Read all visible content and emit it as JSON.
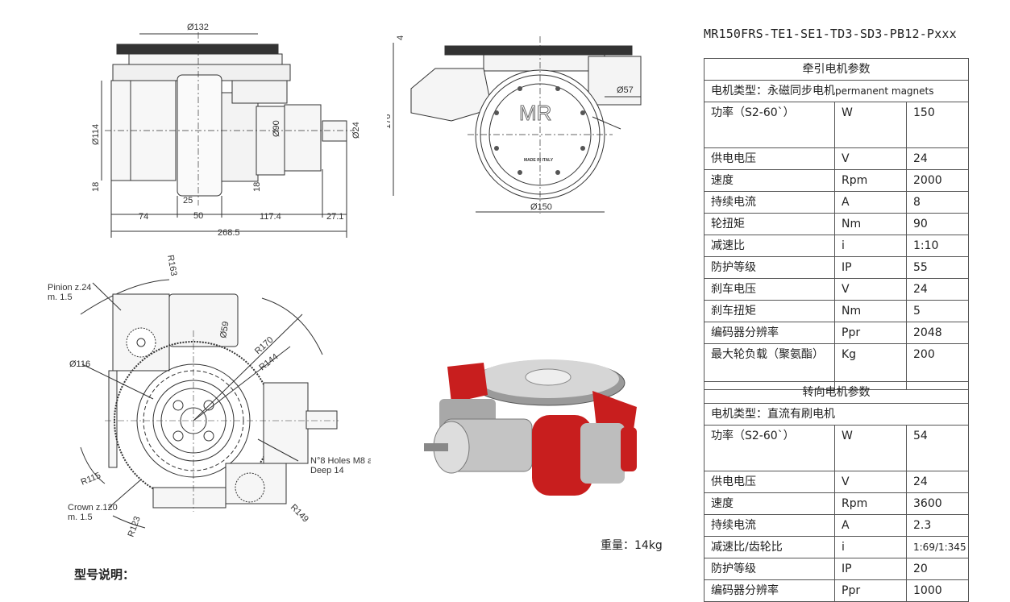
{
  "model_code": "MR150FRS-TE1-SE1-TD3-SD3-PB12-Pxxx",
  "traction_table": {
    "title": "牵引电机参数",
    "motor_type_label": "电机类型：永磁同步电机",
    "motor_type_en": "permanent magnets",
    "rows": [
      {
        "param": "功率（S2-60`）",
        "unit": "W",
        "value": "150"
      },
      {
        "param": "供电电压",
        "unit": "V",
        "value": "24"
      },
      {
        "param": "速度",
        "unit": "Rpm",
        "value": "2000"
      },
      {
        "param": "持续电流",
        "unit": "A",
        "value": "8"
      },
      {
        "param": "轮扭矩",
        "unit": "Nm",
        "value": "90"
      },
      {
        "param": "减速比",
        "unit": "i",
        "value": "1:10"
      },
      {
        "param": "防护等级",
        "unit": "IP",
        "value": "55"
      },
      {
        "param": "刹车电压",
        "unit": "V",
        "value": "24"
      },
      {
        "param": "刹车扭矩",
        "unit": "Nm",
        "value": "5"
      },
      {
        "param": "编码器分辨率",
        "unit": "Ppr",
        "value": "2048"
      },
      {
        "param": "最大轮负载（聚氨酯）",
        "unit": "Kg",
        "value": "200"
      }
    ]
  },
  "steering_table": {
    "title": "转向电机参数",
    "motor_type_label": "电机类型：直流有刷电机",
    "rows": [
      {
        "param": "功率（S2-60`）",
        "unit": "W",
        "value": "54"
      },
      {
        "param": "供电电压",
        "unit": "V",
        "value": "24"
      },
      {
        "param": "速度",
        "unit": "Rpm",
        "value": "3600"
      },
      {
        "param": "持续电流",
        "unit": "A",
        "value": "2.3"
      },
      {
        "param": "减速比/齿轮比",
        "unit": "i",
        "value": "1:69/1:345"
      },
      {
        "param": "防护等级",
        "unit": "IP",
        "value": "20"
      },
      {
        "param": "编码器分辨率",
        "unit": "Ppr",
        "value": "1000"
      }
    ]
  },
  "weight": "重量：14kg",
  "model_description_heading": "型号说明：",
  "side_view": {
    "d132": "Ø132",
    "d114": "Ø114",
    "d90": "Ø90",
    "d24": "Ø24",
    "h18a": "18",
    "h18b": "18",
    "w25": "25",
    "w50": "50",
    "w74": "74",
    "w117": "117.4",
    "w27": "27.1",
    "w268": "268.5"
  },
  "front_view": {
    "h4": "4",
    "h176": "176",
    "d57": "Ø57",
    "d150": "Ø150",
    "logo": "MR",
    "made_in": "MADE IN ITALY"
  },
  "top_view": {
    "r163": "R163",
    "pinion1": "Pinion z.24",
    "pinion2": "m. 1.5",
    "d59": "Ø59",
    "r170": "R170",
    "r144": "R144",
    "d116": "Ø116",
    "holes1": "N°8 Holes M8 a",
    "holes2": "Deep 14",
    "r115": "R115",
    "crown1": "Crown z.120",
    "crown2": "m. 1.5",
    "r123": "R123",
    "r149": "R149"
  },
  "colors": {
    "line": "#333333",
    "red": "#c81e1e",
    "gray": "#b8b8b8"
  }
}
